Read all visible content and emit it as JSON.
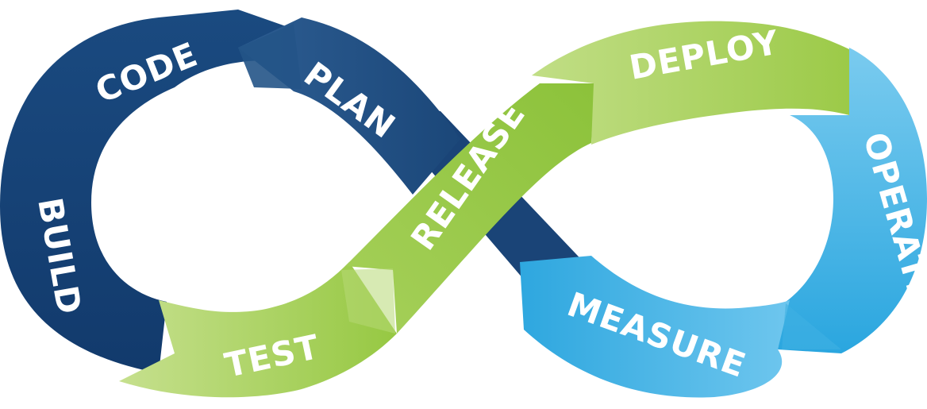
{
  "diagram": {
    "stages": [
      {
        "id": "code",
        "label": "CODE"
      },
      {
        "id": "plan",
        "label": "PLAN"
      },
      {
        "id": "build",
        "label": "BUILD"
      },
      {
        "id": "test",
        "label": "TEST"
      },
      {
        "id": "release",
        "label": "RELEASE"
      },
      {
        "id": "deploy",
        "label": "DEPLOY"
      },
      {
        "id": "operate",
        "label": "OPERATE"
      },
      {
        "id": "measure",
        "label": "MEASURE"
      }
    ],
    "colors": {
      "dev_dark": "#173f72",
      "dev_mid": "#2a5a8e",
      "test_green": "#93c63e",
      "test_light": "#c3df88",
      "ops_blue": "#2aa7df",
      "ops_light": "#6cc5ee"
    }
  }
}
